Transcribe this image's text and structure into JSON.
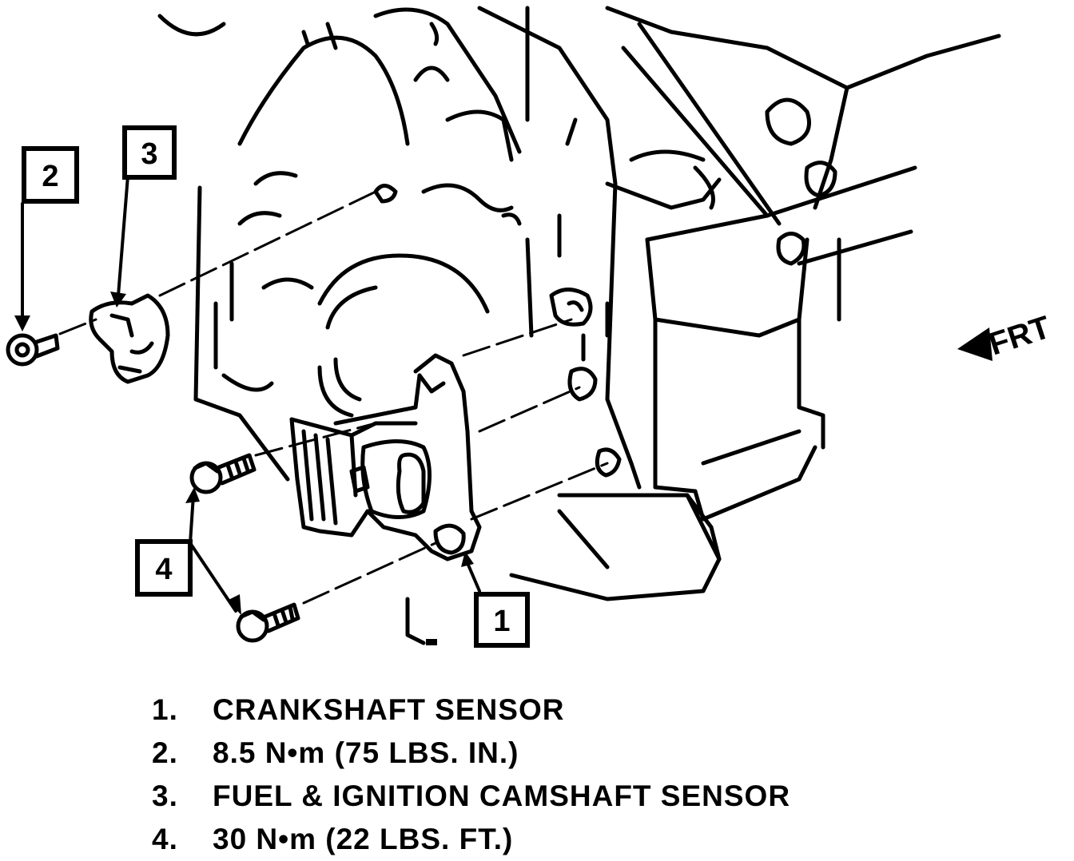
{
  "callouts": {
    "c1": "1",
    "c2": "2",
    "c3": "3",
    "c4": "4"
  },
  "direction_label": "FRT",
  "legend": [
    {
      "num": "1.",
      "text": "CRANKSHAFT SENSOR"
    },
    {
      "num": "2.",
      "text": "8.5 N•m (75 LBS.  IN.)"
    },
    {
      "num": "3.",
      "text": "FUEL & IGNITION CAMSHAFT SENSOR"
    },
    {
      "num": "4.",
      "text": "30 N•m (22 LBS. FT.)"
    }
  ],
  "colors": {
    "ink": "#000000",
    "paper": "#ffffff"
  }
}
